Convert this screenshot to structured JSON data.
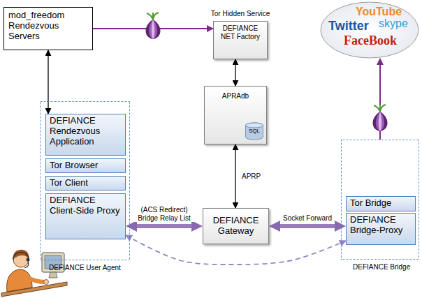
{
  "diagram": {
    "nodes": [
      {
        "text": [
          "mod_freedom Rendezvous Servers"
        ]
      },
      {
        "text": [
          "Tor Hidden Service",
          "DEFIANCE NET Factory"
        ]
      },
      {
        "text": [
          "YouTube",
          "Twitter",
          "skype",
          "FaceBook"
        ]
      },
      {
        "text": [
          "APRAdb"
        ]
      },
      {
        "text": [
          "SQL"
        ],
        "in": 3
      },
      {
        "text": [
          "DEFIANCE User Agent"
        ]
      },
      {
        "text": [
          "DEFIANCE Rendezvous Application"
        ],
        "in": 5
      },
      {
        "text": [
          "Tor Browser"
        ],
        "in": 5
      },
      {
        "text": [
          "Tor Client"
        ],
        "in": 5
      },
      {
        "text": [
          "DEFIANCE Client-Side Proxy"
        ],
        "in": 5
      },
      {
        "text": [
          "DEFIANCE Gateway"
        ]
      },
      {
        "text": [
          "DEFIANCE Bridge"
        ]
      },
      {
        "text": [
          "Tor Bridge"
        ],
        "in": 11
      },
      {
        "text": [
          "DEFIANCE Bridge-Proxy"
        ],
        "in": 11
      }
    ],
    "edges": [
      {
        "from": 0,
        "to": 6,
        "arrow": "both"
      },
      {
        "from": 0,
        "to": 1,
        "arrow": "to"
      },
      {
        "from": 1,
        "to": 3,
        "arrow": "both"
      },
      {
        "from": 3,
        "to": 10,
        "label": "APRP",
        "arrow": "both"
      },
      {
        "from": 9,
        "to": 10,
        "label": "(ACS Redirect) Bridge Relay List",
        "arrow": "both"
      },
      {
        "from": 10,
        "to": 13,
        "label": "Socket Forward",
        "arrow": "both"
      },
      {
        "from": 11,
        "to": 2,
        "arrow": "to"
      },
      {
        "from": 9,
        "to": 13,
        "arrow": "both"
      }
    ]
  }
}
